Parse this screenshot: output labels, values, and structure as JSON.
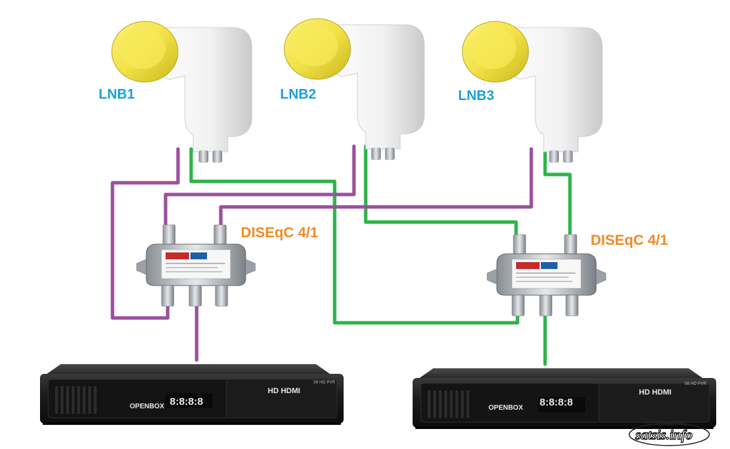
{
  "lnbs": [
    {
      "label": "LNB1"
    },
    {
      "label": "LNB2"
    },
    {
      "label": "LNB3"
    }
  ],
  "switches": [
    {
      "label": "DISEqC 4/1"
    },
    {
      "label": "DISEqC 4/1"
    }
  ],
  "receivers": [
    {
      "brand": "OPENBOX",
      "display": "8:8:8:8",
      "badge": "HD HDMI",
      "model": "S6 HD PVR"
    },
    {
      "brand": "OPENBOX",
      "display": "8:8:8:8",
      "badge": "HD HDMI",
      "model": "S6 HD PVR"
    }
  ],
  "watermark": {
    "top": "спутниковый мир",
    "main": "satsis.info"
  },
  "colors": {
    "lnb_label": "#1aa0db",
    "diseqc_label": "#f08a24",
    "cable_purple": "#9b4f9e",
    "cable_green": "#2db34a",
    "lnb_cap": "#f2e246",
    "receiver_body": "#1e1e1e"
  }
}
